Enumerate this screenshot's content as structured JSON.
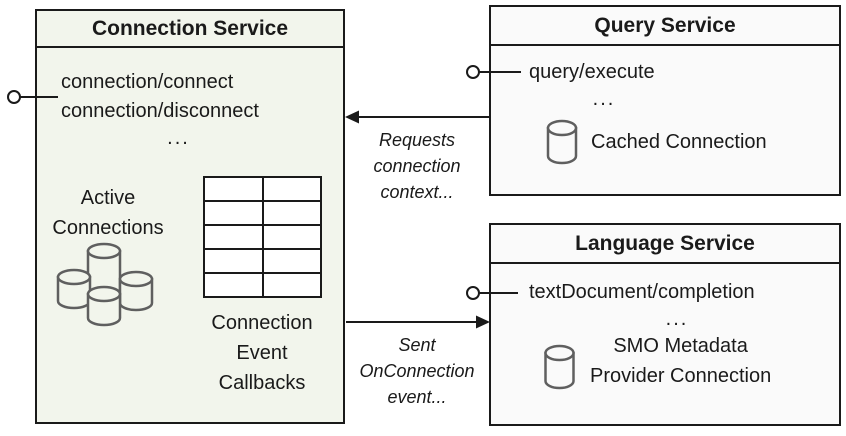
{
  "connection_service": {
    "title": "Connection Service",
    "methods": [
      "connection/connect",
      "connection/disconnect"
    ],
    "methods_ellipsis": "...",
    "active_connections_lines": [
      "Active",
      "Connections"
    ],
    "callbacks_lines": [
      "Connection",
      "Event",
      "Callbacks"
    ],
    "callbacks_table": {
      "rows": 5,
      "cols": 2
    }
  },
  "query_service": {
    "title": "Query Service",
    "methods": [
      "query/execute"
    ],
    "methods_ellipsis": "...",
    "cached_connection_label": "Cached Connection"
  },
  "language_service": {
    "title": "Language Service",
    "methods": [
      "textDocument/completion"
    ],
    "methods_ellipsis": "...",
    "smo_lines": [
      "SMO Metadata",
      "Provider Connection"
    ]
  },
  "arrows": {
    "requests_connection": {
      "lines": [
        "Requests",
        "connection",
        "context..."
      ]
    },
    "sent_onconnection": {
      "lines": [
        "Sent",
        "OnConnection",
        "event..."
      ]
    }
  },
  "icons": {
    "connection_interface": "lollipop-connector",
    "query_interface": "lollipop-connector",
    "language_interface": "lollipop-connector",
    "active_connections": "database-cylinder-cluster",
    "callbacks_table": "grid-table",
    "cached_connection": "database-cylinder",
    "smo_provider": "database-cylinder"
  },
  "colors": {
    "canvas_bg": "#ffffff",
    "connection_box_fill": "#f2f5ec",
    "service_box_fill": "#fafafa",
    "border": "#1a1a1a",
    "cylinder_stroke": "#5f5f5f",
    "text": "#1a1a1a"
  }
}
